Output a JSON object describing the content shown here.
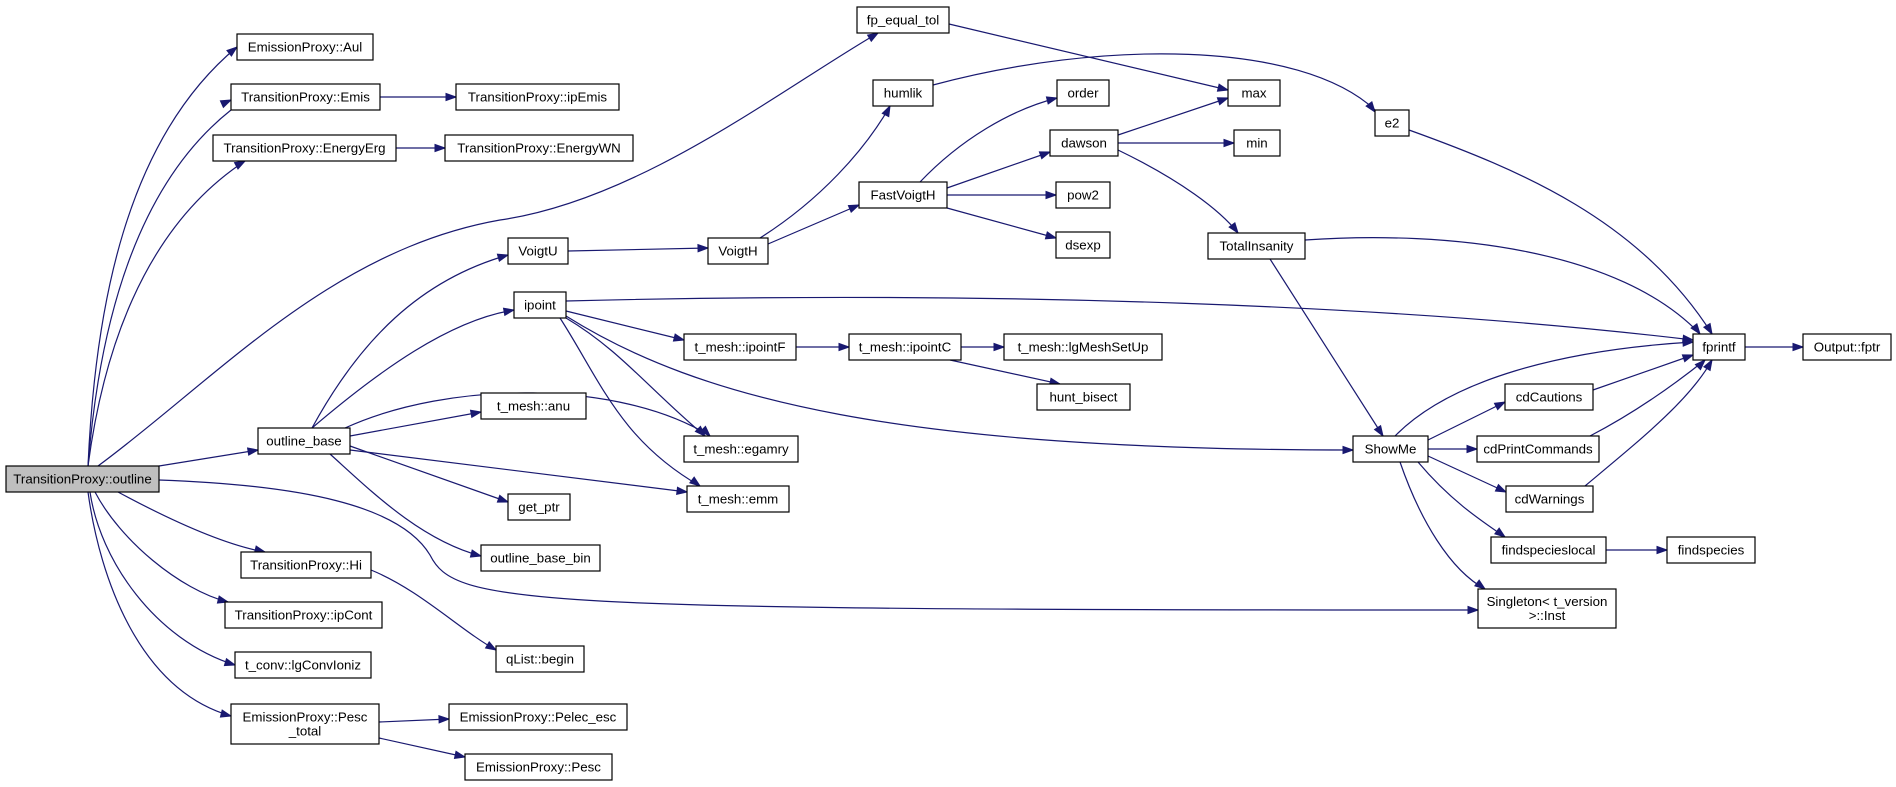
{
  "diagram": {
    "type": "call-graph",
    "edge_color": "#191970",
    "node_border_color": "#000000",
    "root_fill": "#bfbfbf",
    "node_fill": "#ffffff",
    "nodes": [
      {
        "id": "root",
        "lines": [
          "TransitionProxy::outline"
        ],
        "root": true
      },
      {
        "id": "aul",
        "lines": [
          "EmissionProxy::Aul"
        ]
      },
      {
        "id": "emis",
        "lines": [
          "TransitionProxy::Emis"
        ]
      },
      {
        "id": "ipemis",
        "lines": [
          "TransitionProxy::ipEmis"
        ]
      },
      {
        "id": "energyerg",
        "lines": [
          "TransitionProxy::EnergyErg"
        ]
      },
      {
        "id": "energywn",
        "lines": [
          "TransitionProxy::EnergyWN"
        ]
      },
      {
        "id": "fpequaltol",
        "lines": [
          "fp_equal_tol"
        ]
      },
      {
        "id": "max",
        "lines": [
          "max"
        ]
      },
      {
        "id": "humlik",
        "lines": [
          "humlik"
        ]
      },
      {
        "id": "e2",
        "lines": [
          "e2"
        ]
      },
      {
        "id": "order",
        "lines": [
          "order"
        ]
      },
      {
        "id": "dawson",
        "lines": [
          "dawson"
        ]
      },
      {
        "id": "min",
        "lines": [
          "min"
        ]
      },
      {
        "id": "fastvoigth",
        "lines": [
          "FastVoigtH"
        ]
      },
      {
        "id": "pow2",
        "lines": [
          "pow2"
        ]
      },
      {
        "id": "dsexp",
        "lines": [
          "dsexp"
        ]
      },
      {
        "id": "voigtu",
        "lines": [
          "VoigtU"
        ]
      },
      {
        "id": "voigth",
        "lines": [
          "VoigtH"
        ]
      },
      {
        "id": "totalinsanity",
        "lines": [
          "TotalInsanity"
        ]
      },
      {
        "id": "ipoint",
        "lines": [
          "ipoint"
        ]
      },
      {
        "id": "ipointf",
        "lines": [
          "t_mesh::ipointF"
        ]
      },
      {
        "id": "ipointc",
        "lines": [
          "t_mesh::ipointC"
        ]
      },
      {
        "id": "lgmeshsetup",
        "lines": [
          "t_mesh::lgMeshSetUp"
        ]
      },
      {
        "id": "huntbisect",
        "lines": [
          "hunt_bisect"
        ]
      },
      {
        "id": "fprintf",
        "lines": [
          "fprintf"
        ]
      },
      {
        "id": "fptr",
        "lines": [
          "Output::fptr"
        ]
      },
      {
        "id": "cdcautions",
        "lines": [
          "cdCautions"
        ]
      },
      {
        "id": "outlinebase",
        "lines": [
          "outline_base"
        ]
      },
      {
        "id": "anu",
        "lines": [
          "t_mesh::anu"
        ]
      },
      {
        "id": "egamry",
        "lines": [
          "t_mesh::egamry"
        ]
      },
      {
        "id": "showme",
        "lines": [
          "ShowMe"
        ]
      },
      {
        "id": "cdprintcommands",
        "lines": [
          "cdPrintCommands"
        ]
      },
      {
        "id": "emm",
        "lines": [
          "t_mesh::emm"
        ]
      },
      {
        "id": "getptr",
        "lines": [
          "get_ptr"
        ]
      },
      {
        "id": "cdwarnings",
        "lines": [
          "cdWarnings"
        ]
      },
      {
        "id": "findspecieslocal",
        "lines": [
          "findspecieslocal"
        ]
      },
      {
        "id": "findspecies",
        "lines": [
          "findspecies"
        ]
      },
      {
        "id": "outlinebasebin",
        "lines": [
          "outline_base_bin"
        ]
      },
      {
        "id": "hi",
        "lines": [
          "TransitionProxy::Hi"
        ]
      },
      {
        "id": "singleton",
        "lines": [
          "Singleton< t_version",
          ">::Inst"
        ]
      },
      {
        "id": "ipcont",
        "lines": [
          "TransitionProxy::ipCont"
        ]
      },
      {
        "id": "qlistbegin",
        "lines": [
          "qList::begin"
        ]
      },
      {
        "id": "lgconvioniz",
        "lines": [
          "t_conv::lgConvIoniz"
        ]
      },
      {
        "id": "pesctotal",
        "lines": [
          "EmissionProxy::Pesc",
          "_total"
        ]
      },
      {
        "id": "pelecesc",
        "lines": [
          "EmissionProxy::Pelec_esc"
        ]
      },
      {
        "id": "pesc",
        "lines": [
          "EmissionProxy::Pesc"
        ]
      }
    ]
  }
}
